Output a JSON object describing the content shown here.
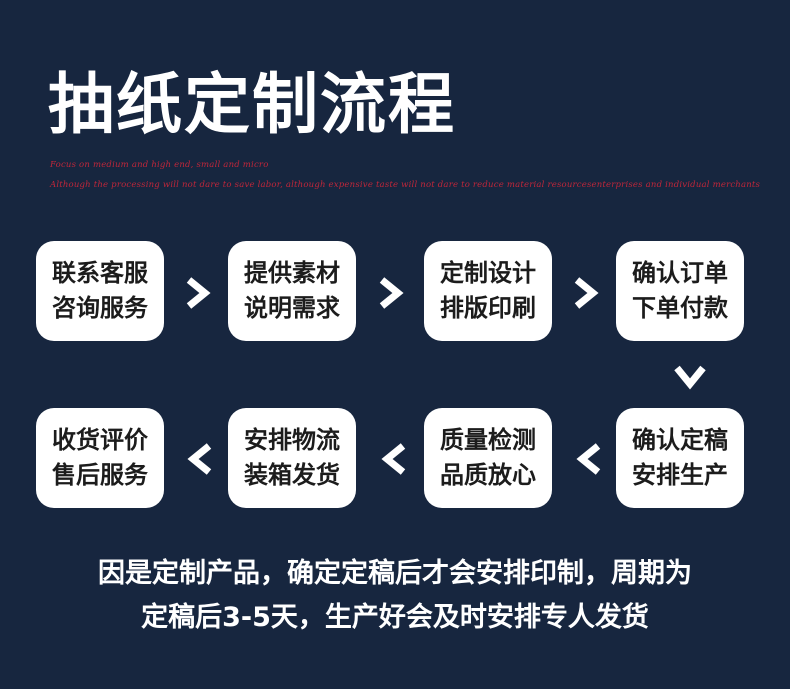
{
  "title": "抽纸定制流程",
  "tagline": {
    "line1": "Focus on medium and high end, small and micro",
    "line2": "Although the processing will not dare to save labor, although expensive taste will not dare to reduce material resourcesenterprises and individual merchants"
  },
  "steps": [
    {
      "line1": "联系客服",
      "line2": "咨询服务"
    },
    {
      "line1": "提供素材",
      "line2": "说明需求"
    },
    {
      "line1": "定制设计",
      "line2": "排版印刷"
    },
    {
      "line1": "确认订单",
      "line2": "下单付款"
    },
    {
      "line1": "确认定稿",
      "line2": "安排生产"
    },
    {
      "line1": "质量检测",
      "line2": "品质放心"
    },
    {
      "line1": "安排物流",
      "line2": "装箱发货"
    },
    {
      "line1": "收货评价",
      "line2": "售后服务"
    }
  ],
  "arrows": [
    "chevron-right-icon",
    "chevron-right-icon",
    "chevron-right-icon",
    "chevron-down-icon",
    "chevron-left-icon",
    "chevron-left-icon",
    "chevron-left-icon"
  ],
  "footer": {
    "line1": "因是定制产品，确定定稿后才会安排印制，周期为",
    "line2": "定稿后3-5天，生产好会及时安排专人发货"
  },
  "colors": {
    "background": "#17263f",
    "card": "#ffffff",
    "tagline": "#c0263a",
    "text_light": "#ffffff",
    "text_dark": "#1c1c1c"
  }
}
